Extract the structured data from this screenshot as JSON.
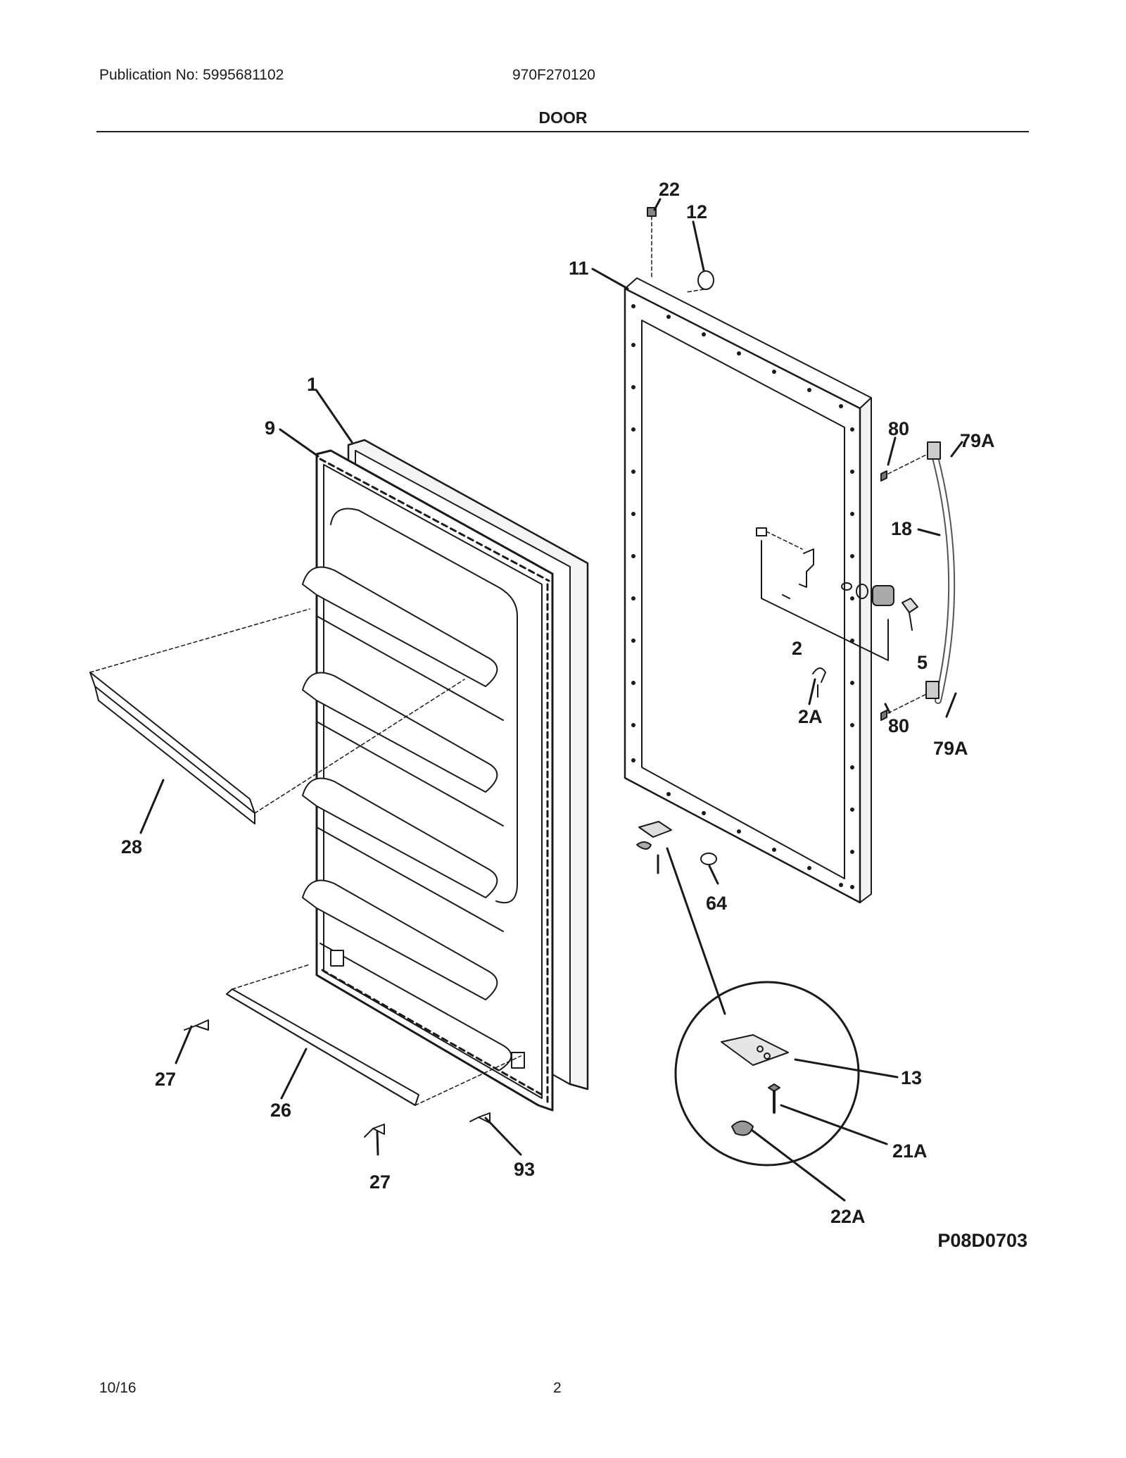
{
  "header": {
    "publication": "Publication No: 5995681102",
    "model": "970F270120",
    "section_title": "DOOR"
  },
  "diagram": {
    "figure_code": "P08D0703",
    "callouts": {
      "c22": "22",
      "c12": "12",
      "c11": "11",
      "c1": "1",
      "c9": "9",
      "c80a": "80",
      "c79Aa": "79A",
      "c18": "18",
      "c2": "2",
      "c5": "5",
      "c2A": "2A",
      "c80b": "80",
      "c79Ab": "79A",
      "c28": "28",
      "c64": "64",
      "c13": "13",
      "c21A": "21A",
      "c22A": "22A",
      "c27a": "27",
      "c26": "26",
      "c27b": "27",
      "c93": "93"
    }
  },
  "footer": {
    "date": "10/16",
    "page_number": "2"
  }
}
